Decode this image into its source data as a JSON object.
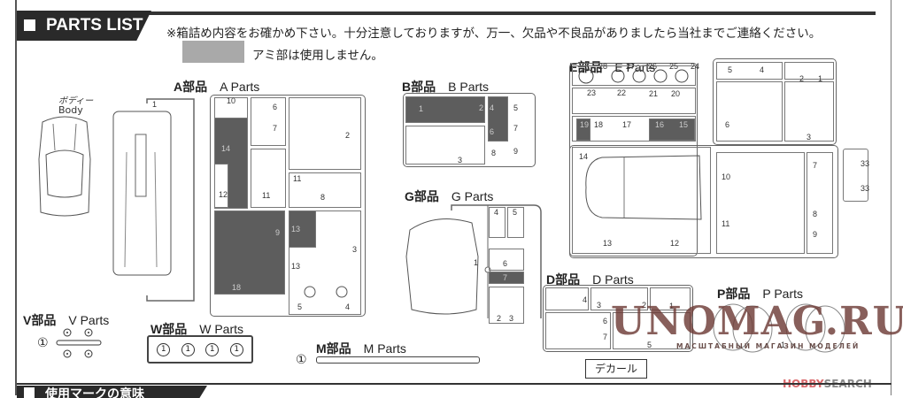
{
  "header": {
    "title": "PARTS LIST",
    "notice": "※箱詰め内容をお確かめ下さい。十分注意しておりますが、万一、欠品や不良品がありましたら当社までご連絡ください。",
    "mesh_note": "アミ部は使用しません。",
    "mesh_color": "#a9a9a9"
  },
  "body": {
    "label_jp": "ボディー",
    "label_en": "Body"
  },
  "sections": {
    "A": {
      "jp": "A部品",
      "en": "A Parts",
      "numbers": [
        "1",
        "10",
        "14",
        "12",
        "6",
        "7",
        "11",
        "2",
        "11",
        "8",
        "9",
        "13",
        "13",
        "3",
        "18",
        "5",
        "4"
      ]
    },
    "B": {
      "jp": "B部品",
      "en": "B Parts",
      "numbers": [
        "1",
        "2",
        "4",
        "5",
        "6",
        "7",
        "3",
        "8",
        "9"
      ]
    },
    "G": {
      "jp": "G部品",
      "en": "G Parts",
      "numbers": [
        "1",
        "4",
        "5",
        "6",
        "7",
        "2",
        "3"
      ]
    },
    "E": {
      "jp": "E部品",
      "en": "E Parts",
      "numbers": [
        "28",
        "27",
        "26",
        "25",
        "24",
        "23",
        "22",
        "21",
        "20",
        "19",
        "18",
        "17",
        "16",
        "15",
        "5",
        "4",
        "2",
        "1",
        "6",
        "3",
        "14",
        "13",
        "12",
        "10",
        "11",
        "7",
        "8",
        "9",
        "33",
        "33"
      ]
    },
    "D": {
      "jp": "D部品",
      "en": "D Parts",
      "numbers": [
        "4",
        "3",
        "2",
        "1",
        "6",
        "7",
        "5"
      ]
    },
    "P": {
      "jp": "P部品",
      "en": "P Parts",
      "numbers": [
        "1"
      ]
    },
    "V": {
      "jp": "V部品",
      "en": "V Parts",
      "numbers": [
        "①"
      ]
    },
    "W": {
      "jp": "W部品",
      "en": "W Parts",
      "numbers": [
        "1",
        "1",
        "1",
        "1"
      ]
    },
    "M": {
      "jp": "M部品",
      "en": "M Parts",
      "numbers": [
        "①"
      ]
    }
  },
  "decal_label": "デカール",
  "bottom_header": {
    "title": "使用マークの意味"
  },
  "watermark": {
    "main": "UNOMAG.RU",
    "sub": "МАСШТАБНЫЙ МАГАЗИН МОДЕЛЕЙ"
  },
  "credit": {
    "brand_a": "HOBBY",
    "brand_b": "SEARCH"
  }
}
